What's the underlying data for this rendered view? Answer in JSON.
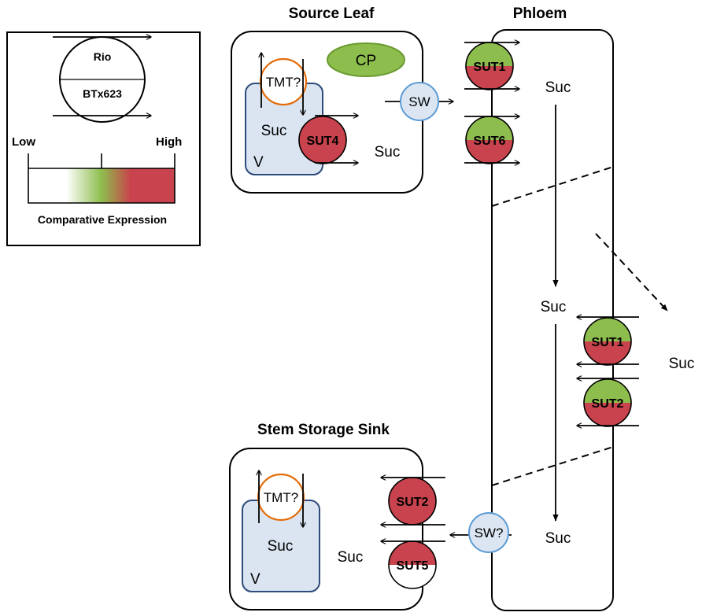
{
  "colors": {
    "green": "#8dbd4c",
    "red": "#c8434d",
    "white": "#ffffff",
    "vacuole": "#dbe5f1",
    "vacuole_stroke": "#2d4a7a",
    "sw": "#dce6f2",
    "sw_stroke": "#5b9bd5",
    "tmt_stroke": "#e36c09",
    "cp_fill": "#8dbd4c",
    "cp_stroke": "#6a9a30",
    "v_text": "#2e75b6"
  },
  "legend": {
    "top_label": "Rio",
    "bottom_label": "BTx623",
    "low": "Low",
    "high": "High",
    "caption": "Comparative Expression"
  },
  "source_leaf": {
    "title": "Source Leaf",
    "cp": "CP",
    "tmt": "TMT?",
    "suc_vacuole": "Suc",
    "vacuole": "V",
    "sut4": {
      "label": "SUT4",
      "top": "red",
      "bottom": "red"
    },
    "suc_cell": "Suc",
    "sw": "SW"
  },
  "phloem": {
    "title": "Phloem",
    "sut1_top": {
      "label": "SUT1",
      "top": "green",
      "bottom": "red"
    },
    "sut6": {
      "label": "SUT6",
      "top": "green",
      "bottom": "red"
    },
    "suc_top": "Suc",
    "suc_mid": "Suc",
    "suc_bottom": "Suc",
    "sut1_side": {
      "label": "SUT1",
      "top": "green",
      "bottom": "red"
    },
    "sut2_side": {
      "label": "SUT2",
      "top": "green",
      "bottom": "red"
    },
    "suc_out": "Suc",
    "sw_q": "SW?"
  },
  "sink": {
    "title": "Stem Storage Sink",
    "tmt": "TMT?",
    "suc_vacuole": "Suc",
    "vacuole": "V",
    "suc_cell": "Suc",
    "sut2": {
      "label": "SUT2",
      "top": "red",
      "bottom": "red"
    },
    "sut5": {
      "label": "SUT5",
      "top": "red",
      "bottom": "white"
    }
  }
}
